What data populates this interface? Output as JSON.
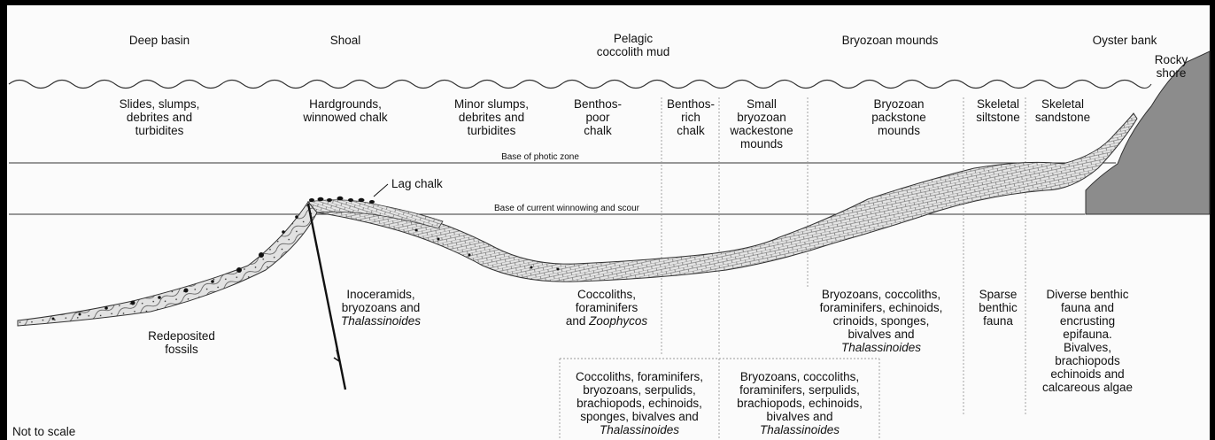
{
  "environments": {
    "deep_basin": "Deep basin",
    "shoal": "Shoal",
    "pelagic": "Pelagic\ncoccolith mud",
    "bryozoan_mounds": "Bryozoan mounds",
    "oyster_bank": "Oyster bank",
    "rocky_shore": "Rocky\nshore"
  },
  "facies": {
    "slides": "Slides, slumps,\ndebrites and\nturbidites",
    "hardgrounds": "Hardgrounds,\nwinnowed chalk",
    "minor_slumps": "Minor slumps,\ndebrites and\nturbidites",
    "benthos_poor": "Benthos-\npoor\nchalk",
    "benthos_rich": "Benthos-\nrich\nchalk",
    "small_bryozoan": "Small\nbryozoan\nwackestone\nmounds",
    "bryozoan_packstone": "Bryozoan\npackstone\nmounds",
    "skeletal_siltstone": "Skeletal\nsiltstone",
    "skeletal_sandstone": "Skeletal\nsandstone"
  },
  "zones": {
    "photic": "Base of photic zone",
    "winnowing": "Base of current winnowing and scour"
  },
  "annotations": {
    "lag_chalk": "Lag chalk",
    "not_to_scale": "Not to scale"
  },
  "fauna": {
    "inoceramids": "Inoceramids,\nbryozoans and",
    "thalassinoides": "Thalassinoides",
    "redeposited": "Redeposited\nfossils",
    "coccoliths": "Coccoliths,\nforaminifers",
    "and": "and",
    "zoophycos": "Zoophycos",
    "bryozoan_mound": "Bryozoans, coccoliths,\nforaminifers, echinoids,\ncrinoids, sponges,\nbivalves and",
    "sparse_benthic": "Sparse\nbenthic\nfauna",
    "diverse_benthic": "Diverse benthic\nfauna and\nencrusting\nepifauna.\nBivalves,\nbrachiopods\nechinoids and\ncalcareous algae",
    "box_coccoliths": "Coccoliths, foraminifers,\nbryozoans, serpulids,\nbrachiopods, echinoids,\nsponges, bivalves and",
    "box_bryozoans": "Bryozoans, coccoliths,\nforaminifers, serpulids,\nbrachiopods, echinoids,\nbivalves and"
  }
}
